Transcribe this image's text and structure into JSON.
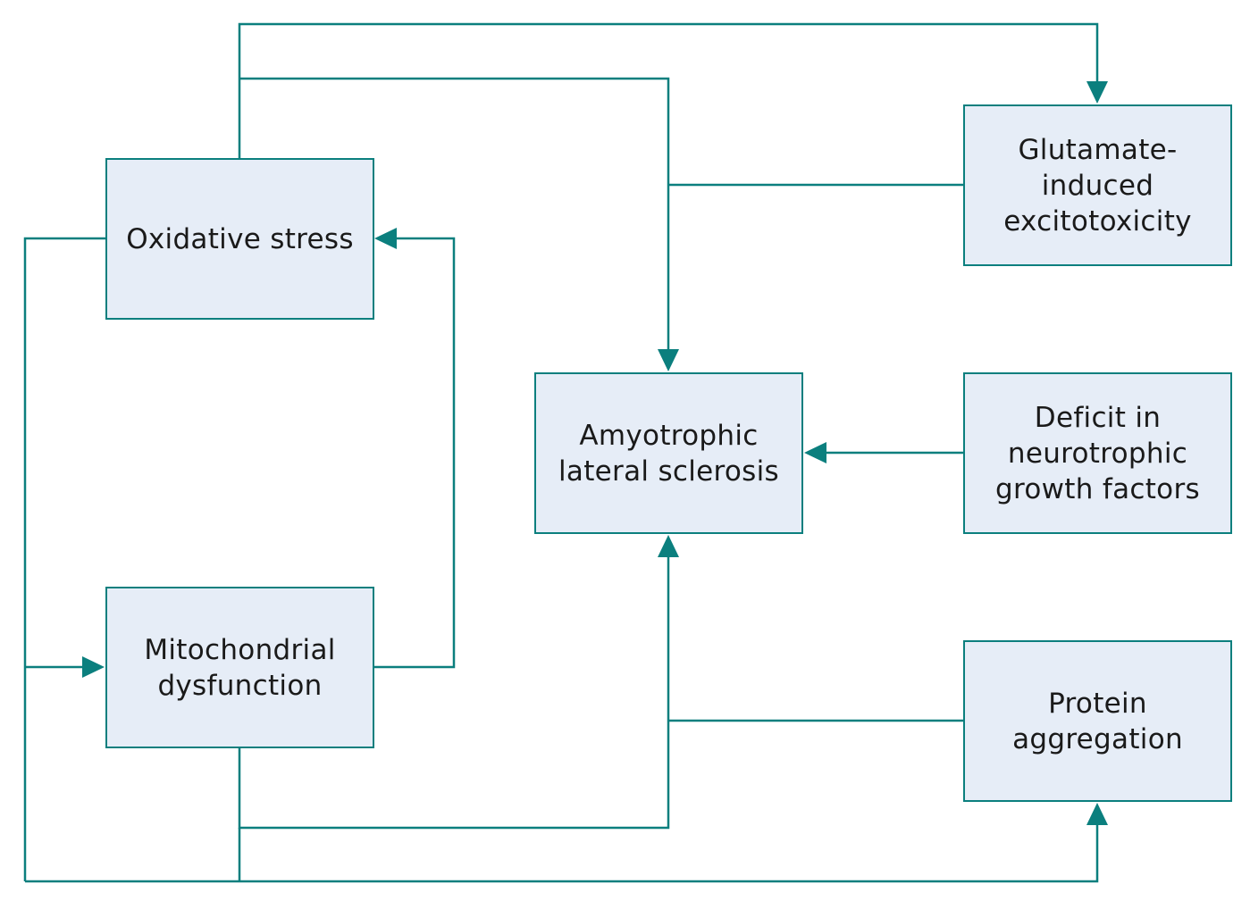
{
  "colors": {
    "line": "#0b7f7e",
    "box_fill": "#e6edf7",
    "box_border": "#0b7f7e",
    "text": "#1a1a1a"
  },
  "nodes": {
    "oxidative_stress": {
      "lines": [
        "Oxidative stress"
      ]
    },
    "mitochondrial_dysfunction": {
      "lines": [
        "Mitochondrial",
        "dysfunction"
      ]
    },
    "als": {
      "lines": [
        "Amyotrophic",
        "lateral sclerosis"
      ]
    },
    "glutamate": {
      "lines": [
        "Glutamate-",
        "induced",
        "excitotoxicity"
      ]
    },
    "neurotrophic": {
      "lines": [
        "Deficit in",
        "neurotrophic",
        "growth factors"
      ]
    },
    "protein": {
      "lines": [
        "Protein",
        "aggregation"
      ]
    }
  }
}
